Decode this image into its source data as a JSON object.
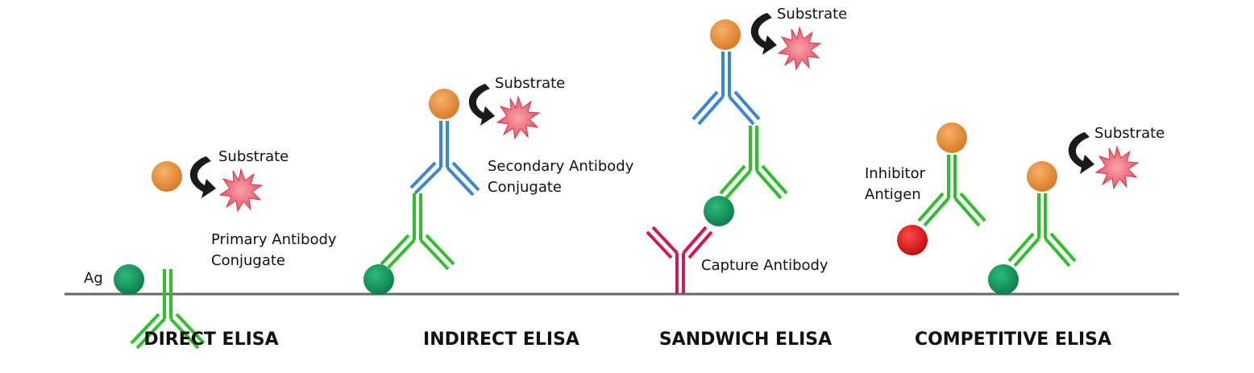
{
  "labels": {
    "substrate": "Substrate",
    "ag": "Ag",
    "primary_line1": "Primary Antibody",
    "primary_line2": "Conjugate",
    "secondary_line1": "Secondary Antibody",
    "secondary_line2": "Conjugate",
    "capture": "Capture Antibody",
    "inhibitor_line1": "Inhibitor",
    "inhibitor_line2": "Antigen"
  },
  "panels": [
    {
      "title": "DIRECT ELISA"
    },
    {
      "title": "INDIRECT ELISA"
    },
    {
      "title": "SANDWICH ELISA"
    },
    {
      "title": "COMPETITIVE ELISA"
    }
  ],
  "colors": {
    "primary_antibody": "#2fbf2a",
    "secondary_antibody": "#3a86d6",
    "capture_antibody": "#d0195a",
    "enzyme": "#e08a36",
    "antigen": "#16a064",
    "inhibitor_antigen": "#d81515",
    "substrate": "#f0576a",
    "surface": "#666666"
  }
}
